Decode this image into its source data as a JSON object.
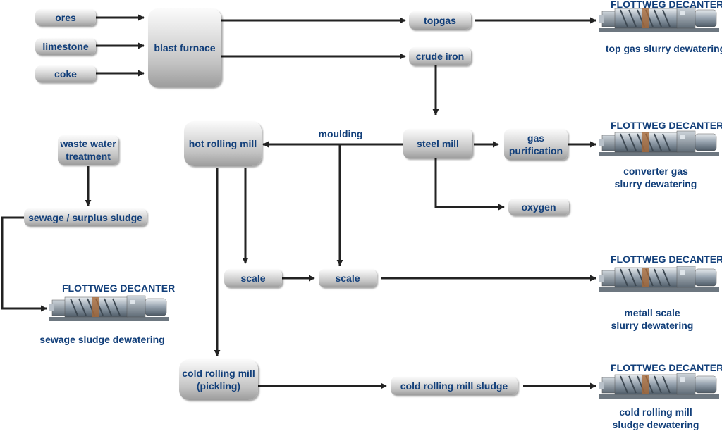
{
  "nodes": {
    "ores": "ores",
    "limestone": "limestone",
    "coke": "coke",
    "blast_furnace": "blast furnace",
    "topgas": "topgas",
    "crude_iron": "crude iron",
    "steel_mill": "steel mill",
    "gas_purification": "gas\npurification",
    "oxygen": "oxygen",
    "hot_rolling_mill": "hot rolling mill",
    "waste_water_treatment": "waste water\ntreatment",
    "sewage_surplus_sludge": "sewage / surplus sludge",
    "scale_1": "scale",
    "scale_2": "scale",
    "cold_rolling_mill": "cold rolling mill\n(pickling)",
    "cold_rolling_mill_sludge": "cold rolling mill sludge"
  },
  "labels": {
    "moulding": "moulding"
  },
  "decanters": [
    {
      "brand": "FLOTTWEG DECANTER",
      "caption": "top gas slurry dewatering"
    },
    {
      "brand": "FLOTTWEG DECANTER",
      "caption": "converter gas\nslurry dewatering"
    },
    {
      "brand": "FLOTTWEG DECANTER",
      "caption": "metall scale\nslurry dewatering"
    },
    {
      "brand": "FLOTTWEG DECANTER",
      "caption": "cold rolling mill\nsludge dewatering"
    },
    {
      "brand": "FLOTTWEG DECANTER",
      "caption": "sewage sludge dewatering"
    }
  ],
  "colors": {
    "text": "#123f7a",
    "arrow": "#222222",
    "decanter_body": "#8c98a4"
  }
}
